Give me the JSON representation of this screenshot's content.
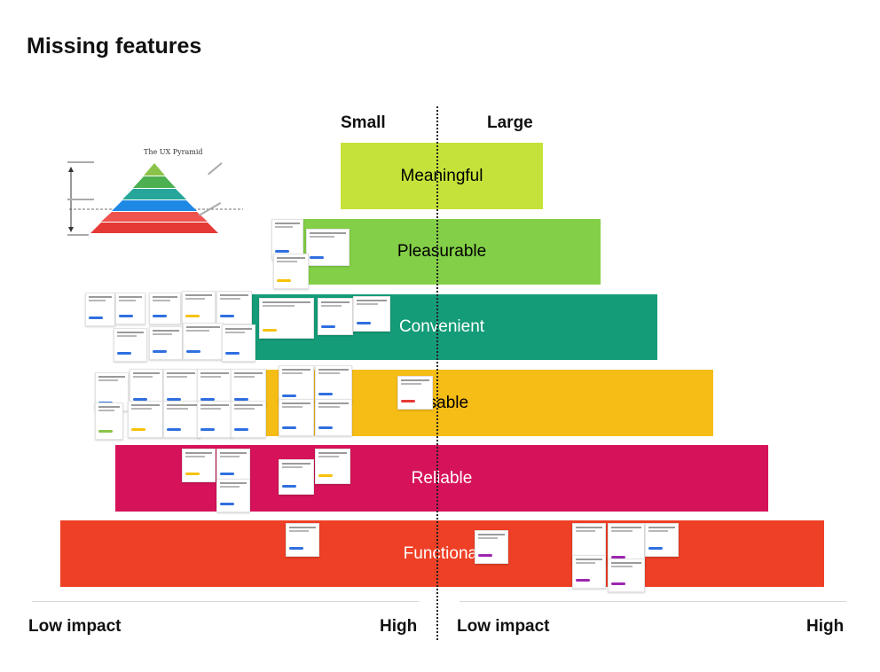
{
  "title": "Missing features",
  "columns": {
    "small": "Small",
    "large": "Large"
  },
  "axis": {
    "left_low": "Low impact",
    "left_high": "High",
    "right_low": "Low impact",
    "right_high": "High"
  },
  "pyramid_levels": [
    {
      "label": "Meaningful",
      "color": "#c5e23a"
    },
    {
      "label": "Pleasurable",
      "color": "#83cf47"
    },
    {
      "label": "Convenient",
      "color": "#149c78"
    },
    {
      "label": "Usable",
      "color": "#f6bd16"
    },
    {
      "label": "Reliable",
      "color": "#d6135a"
    },
    {
      "label": "Functional",
      "color": "#ee4026"
    }
  ],
  "mini_pyramid": {
    "title": "The UX Pyramid",
    "level_colors": [
      "#8bc34a",
      "#4caf50",
      "#26a69a",
      "#1e88e5",
      "#ef5350",
      "#e53935"
    ]
  }
}
